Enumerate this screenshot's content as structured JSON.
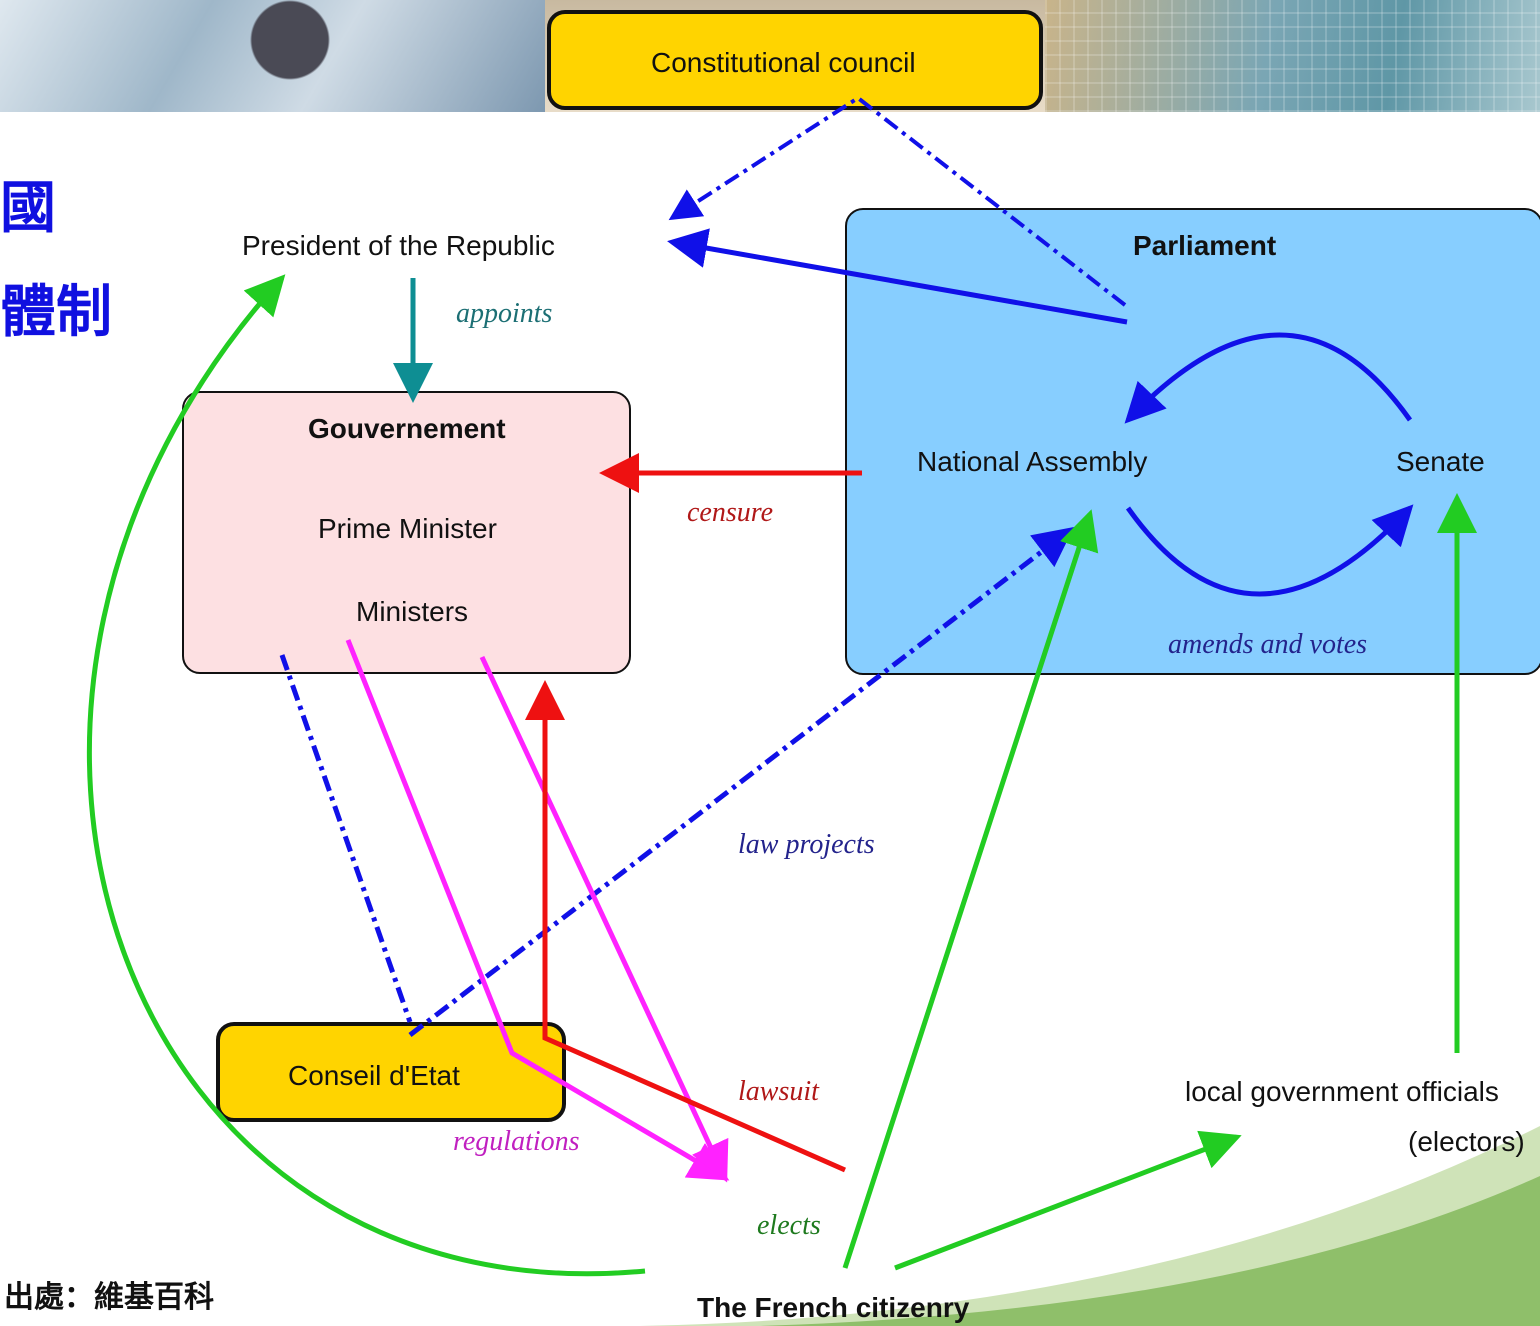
{
  "header": {
    "title_line1": "國",
    "title_line2": "體制"
  },
  "nodes": {
    "constitutional_council": "Constitutional council",
    "president": "President of the Republic",
    "gouvernement": {
      "title": "Gouvernement",
      "prime_minister": "Prime Minister",
      "ministers": "Ministers"
    },
    "parliament": {
      "title": "Parliament",
      "national_assembly": "National Assembly",
      "senate": "Senate"
    },
    "conseil_detat": "Conseil d'Etat",
    "local_officials": "local government officials",
    "electors": "(electors)",
    "citizenry": "The French citizenry"
  },
  "edge_labels": {
    "appoints": "appoints",
    "censure": "censure",
    "amends_and_votes": "amends and votes",
    "law_projects": "law projects",
    "lawsuit": "lawsuit",
    "regulations": "regulations",
    "elects": "elects"
  },
  "footer": {
    "source": "出處：維基百科"
  },
  "colors": {
    "teal": "#0e8e93",
    "blue": "#1010e8",
    "red": "#ee1111",
    "magenta": "#ff22ff",
    "green": "#22cc22",
    "council_fill": "#ffd400",
    "parliament_fill": "#87ceff",
    "gouvernement_fill": "#fde0e2",
    "label_teal": "#1c6f74",
    "label_red": "#b01818",
    "label_blue": "#23238c",
    "label_magenta": "#c020c0",
    "label_green": "#1e7a1e",
    "title_blue": "#1010e0"
  }
}
